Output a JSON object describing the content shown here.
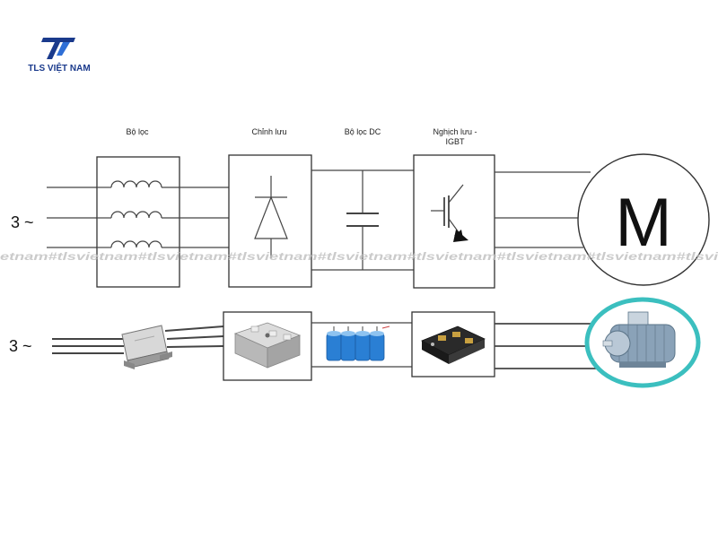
{
  "brand": {
    "name": "TLS VIỆT NAM",
    "logo_color": "#1a3a8c",
    "logo_accent": "#2f6fd6"
  },
  "watermark": {
    "text": "etnam#tlsvietnam#tlsvietnam#tlsvietnam#tlsvietnam#tlsvietnam#tlsvietnam#tlsvietnam#tlsvi"
  },
  "schematic": {
    "input_label": "3 ~",
    "blocks": [
      {
        "label": "Bộ lọc",
        "symbol": "inductor-icon"
      },
      {
        "label": "Chỉnh lưu",
        "symbol": "diode-icon"
      },
      {
        "label": "Bộ lọc DC",
        "symbol": "capacitor-icon"
      },
      {
        "label": "Nghịch lưu -",
        "label_line2": "IGBT",
        "symbol": "igbt-icon"
      }
    ],
    "motor_label": "M"
  },
  "photo_row": {
    "input_label": "3 ~",
    "components": [
      "emi-filter-icon",
      "bridge-rectifier-icon",
      "capacitor-bank-icon",
      "igbt-module-icon",
      "electric-motor-icon"
    ],
    "highlight_color": "#3bbfbf"
  }
}
